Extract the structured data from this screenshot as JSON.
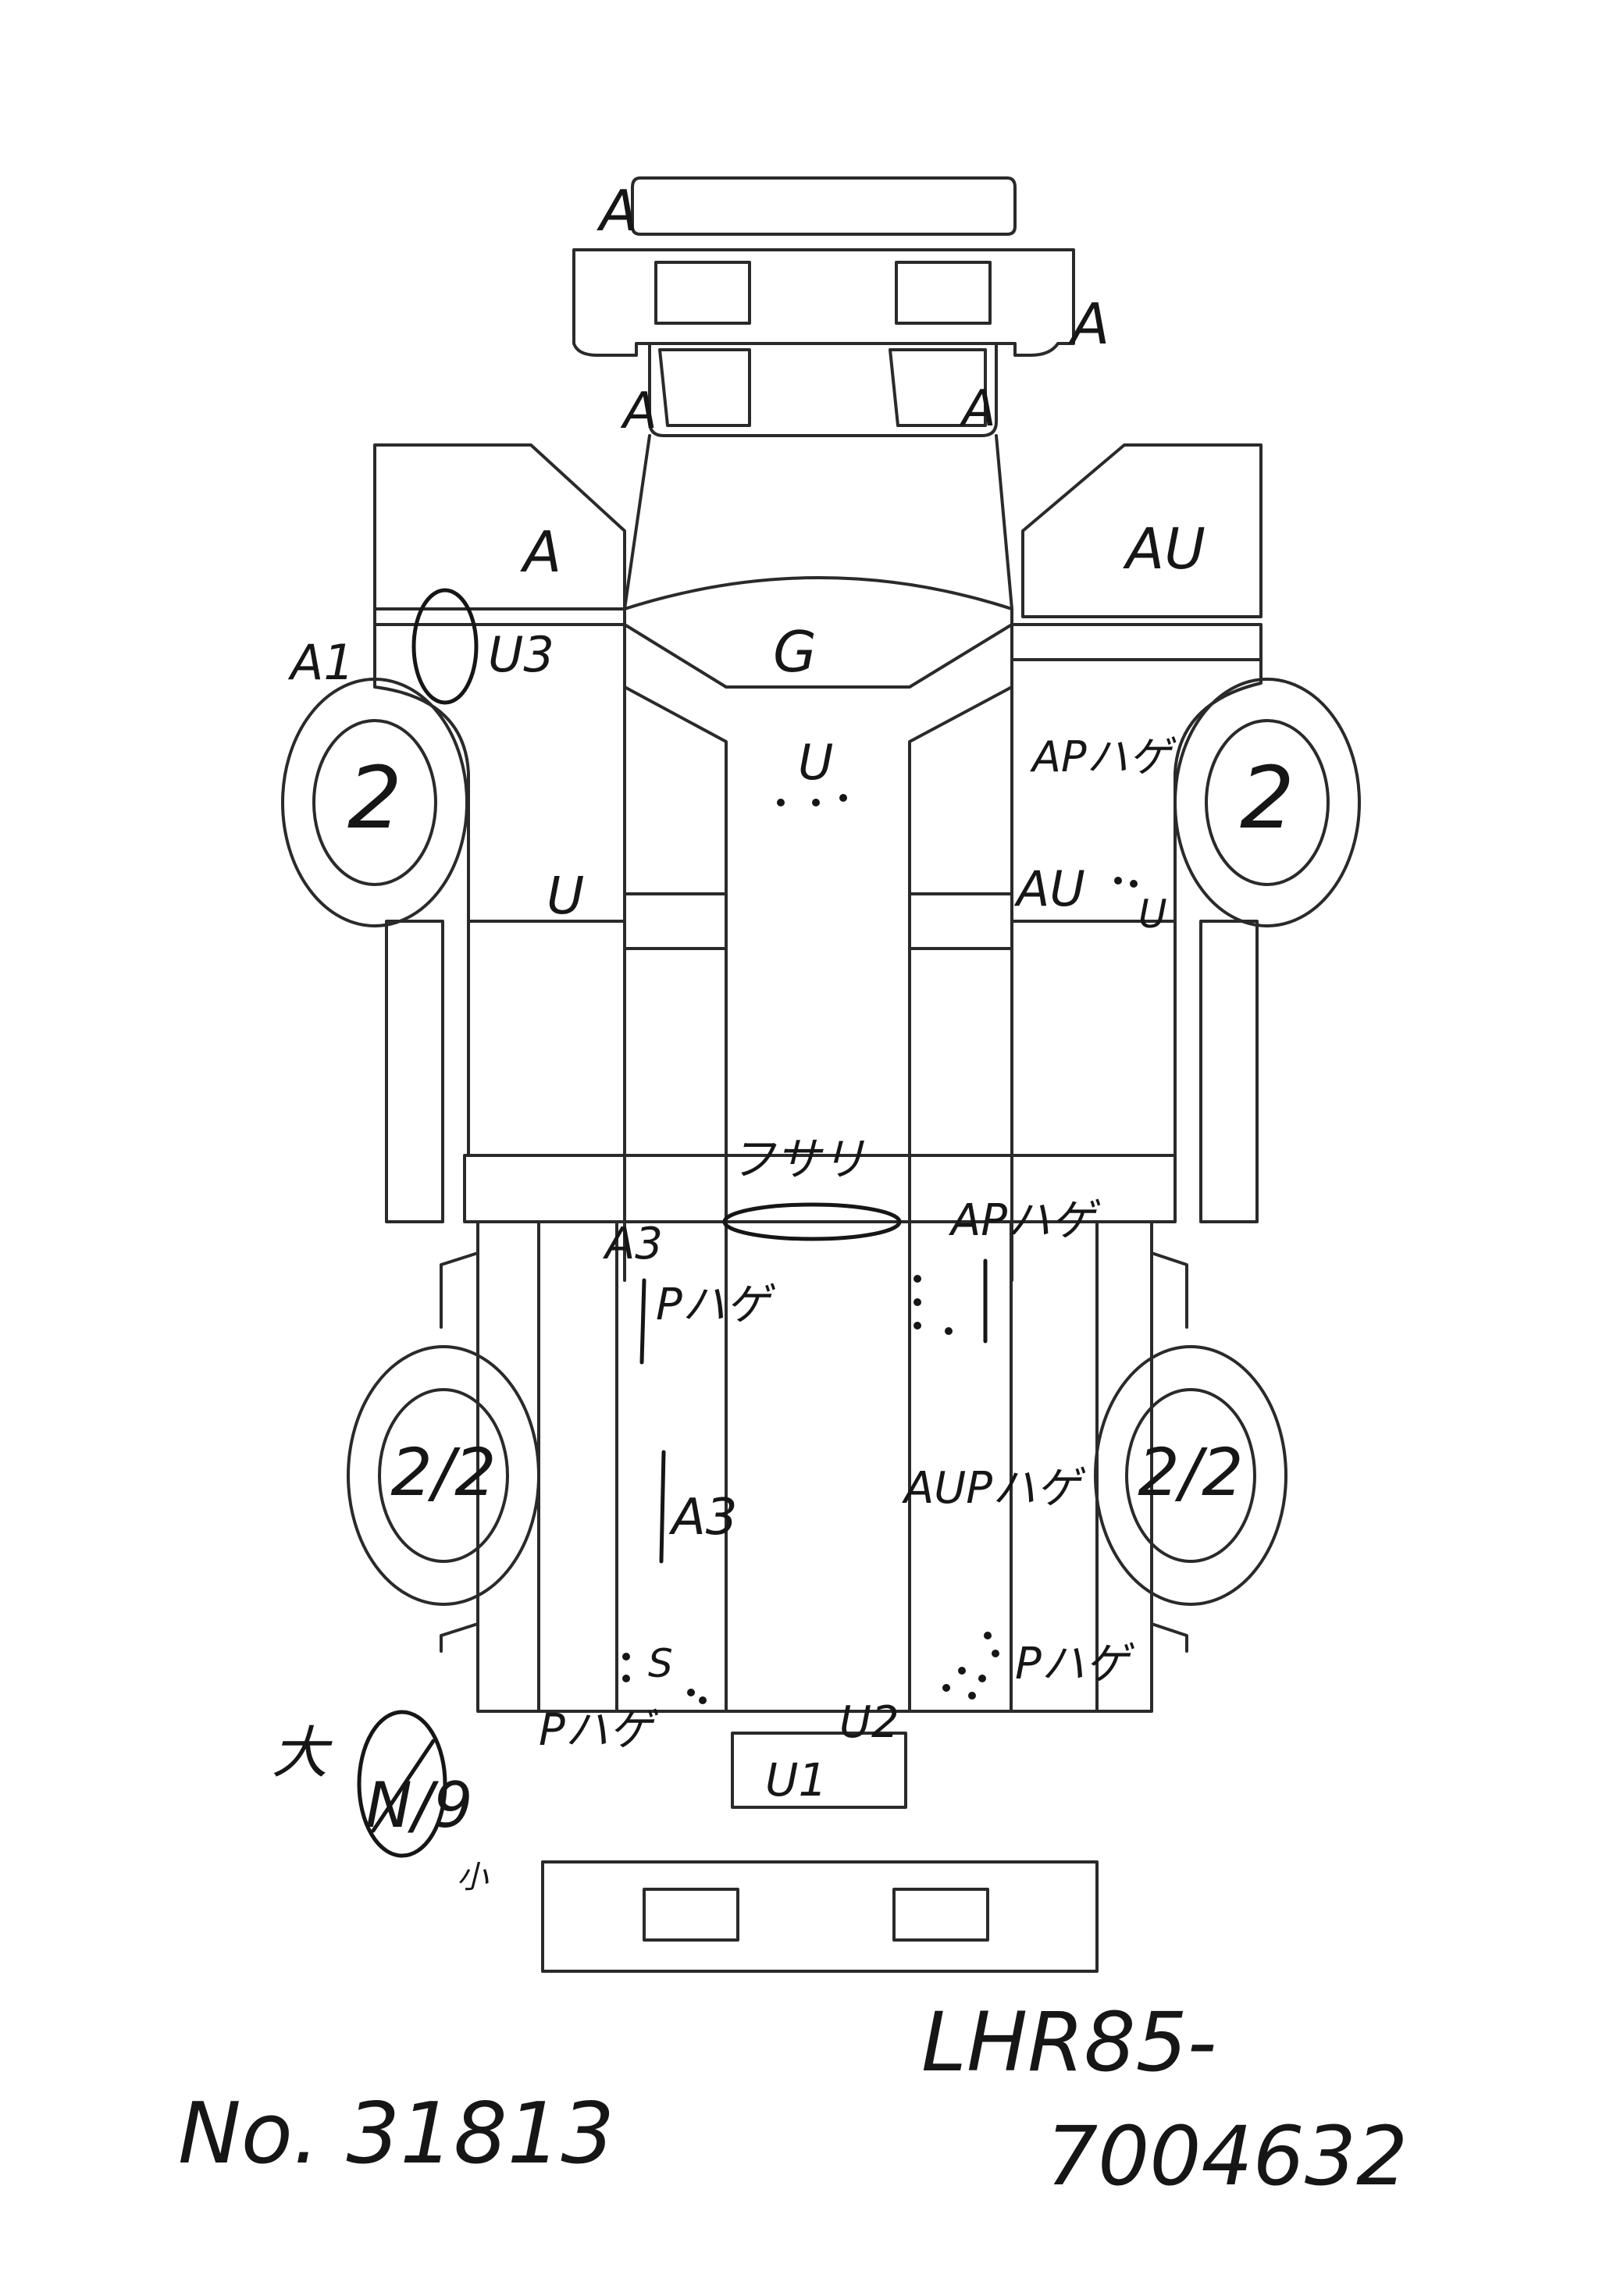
{
  "annotations": {
    "front_bumper": "A",
    "hood_panel_right": "A",
    "headlamp_left": "A",
    "headlamp_right": "A",
    "front_fender_left": "A",
    "front_fender_right": "AU",
    "windshield": "G",
    "cab_roof": "U",
    "front_door_left_top": "A1",
    "front_door_left_top_circled": "U3",
    "front_door_right_top": "APハゲ",
    "front_door_left_bottom": "U",
    "front_door_right_bottom": "AU",
    "front_door_right_bottom_sub": "U",
    "cab_back": "フサリ",
    "bed_front_left": "A3",
    "bed_left_1": "Pハゲ",
    "bed_front_right": "APハゲ",
    "bed_left_2": "A3",
    "bed_right_2": "AUPハゲ",
    "bed_rear_left": "S",
    "bed_rear_right": "Pハゲ",
    "rear_left": "Pハゲ",
    "rear_right": "U2",
    "rear_center": "U1",
    "windshield_size_label": "大",
    "windshield_mark": "N/9",
    "windshield_mark_note": "小"
  },
  "tires": {
    "front_left": "2",
    "front_right": "2",
    "rear_left": "2/2",
    "rear_right": "2/2"
  },
  "footer": {
    "record_number": "No. 31813",
    "chassis_code": "LHR85-",
    "chassis_serial": "7004632"
  }
}
